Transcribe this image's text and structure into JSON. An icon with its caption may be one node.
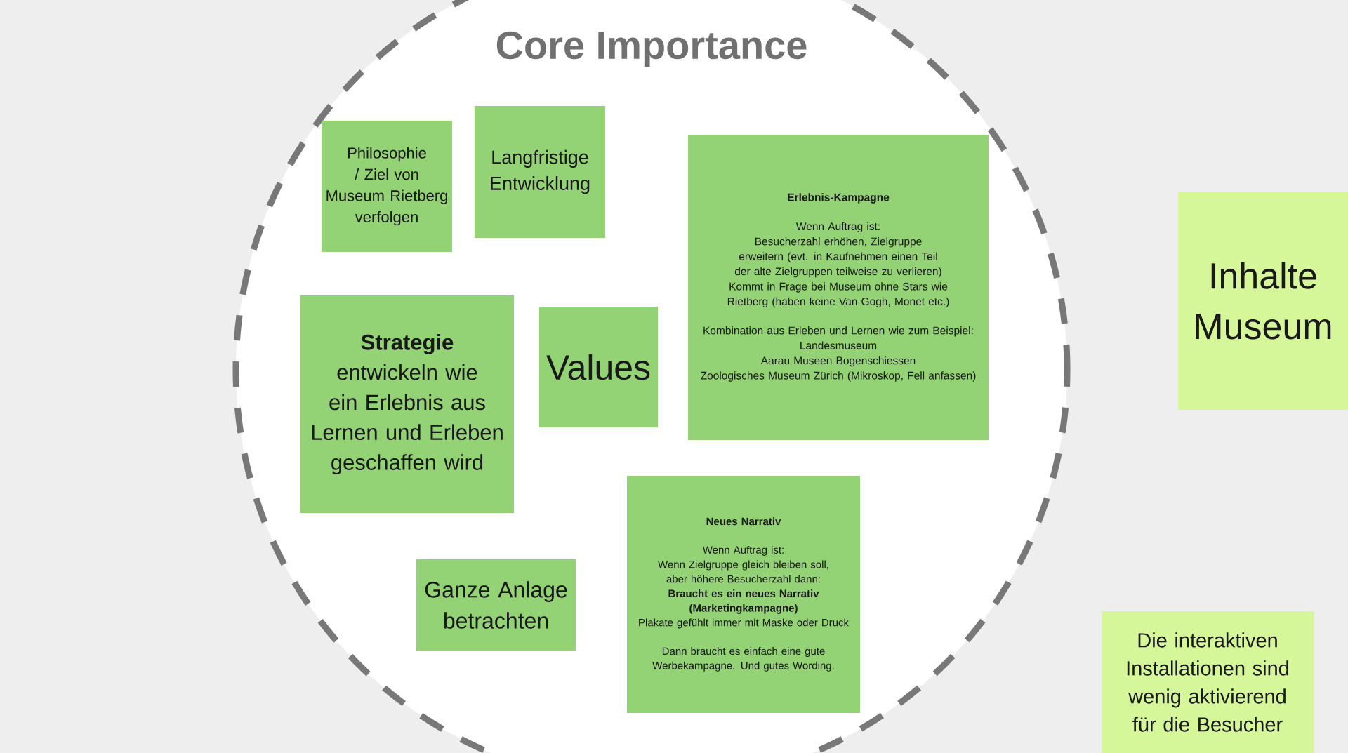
{
  "diagram": {
    "nodes": [
      {
        "text": [
          "Core Importance"
        ]
      },
      {
        "text": [
          "Philosophie / Ziel von Museum Rietberg verfolgen"
        ],
        "in": 0
      },
      {
        "text": [
          "Langfristige Entwicklung"
        ],
        "in": 0
      },
      {
        "text": [
          "Erlebnis-Kampagne",
          "Wenn Auftrag ist:",
          "Besucherzahl erhöhen, Zielgruppe erweitern (evt. in Kaufnehmen einen Teil der alte Zielgruppen teilweise zu verlieren)",
          "Kommt in Frage bei Museum ohne Stars wie Rietberg (haben keine Van Gogh, Monet etc.)",
          "Kombination aus Erleben und Lernen wie zum Beispiel:",
          "Landesmuseum",
          "Aarau Museen Bogenschiessen",
          "Zoologisches Museum Zürich (Mikroskop, Fell anfassen)"
        ],
        "in": 0
      },
      {
        "text": [
          "**Strategie** entwickeln wie ein Erlebnis aus Lernen und Erleben geschaffen wird"
        ],
        "in": 0
      },
      {
        "text": [
          "Values"
        ],
        "in": 0
      },
      {
        "text": [
          "Ganze Anlage betrachten"
        ],
        "in": 0
      },
      {
        "text": [
          "Neues Narrativ",
          "Wenn Auftrag ist:",
          "Wenn Zielgruppe gleich bleiben soll, aber höhere Besucherzahl dann:",
          "Braucht es ein neues Narrativ (Marketingkampagne)",
          "Plakate gefühlt immer mit Maske oder Druck",
          "Dann braucht es einfach eine gute Werbekampagne. Und gutes Wording."
        ],
        "in": 0
      },
      {
        "text": [
          "Inhalte Museum"
        ]
      },
      {
        "text": [
          "Die interaktiven Installationen sind wenig aktivierend für die Besucher"
        ]
      }
    ]
  }
}
